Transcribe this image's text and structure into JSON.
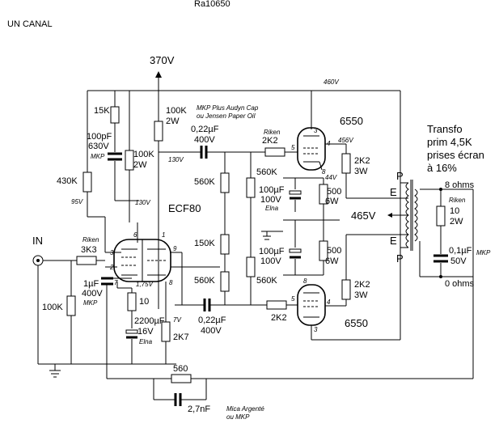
{
  "header": {
    "top_cut_text": "Ra10650",
    "title": "UN CANAL"
  },
  "supply": {
    "b_plus": "370V",
    "v460": "460V",
    "v465": "465V",
    "v456": "456V",
    "v130a": "130V",
    "v130b": "130V",
    "v95": "95V",
    "v44": "44V",
    "v175": "1,75V",
    "v7": "7V"
  },
  "components": {
    "r_15k": "15K",
    "c_100pf": [
      "100pF",
      "630V",
      "MKP"
    ],
    "r_430k": "430K",
    "r_100k_2w_a": [
      "100K",
      "2W"
    ],
    "r_100k_2w_b": [
      "100K",
      "2W"
    ],
    "note_mkp": [
      "MKP Plus Audyn Cap",
      "ou Jensen Paper Oil"
    ],
    "c_022_top": [
      "0,22µF",
      "400V"
    ],
    "riken_top": [
      "Riken",
      "2K2"
    ],
    "r_560k_a": "560K",
    "r_560k_b": "560K",
    "r_560k_c": "560K",
    "r_560k_d": "560K",
    "r_150k": "150K",
    "c_100uf_a": [
      "100µF",
      "100V",
      "Elna"
    ],
    "c_100uf_b": [
      "100µF",
      "100V"
    ],
    "r_500_a": [
      "500",
      "6W"
    ],
    "r_500_b": [
      "500",
      "6W"
    ],
    "r_2k2_3w_a": [
      "2K2",
      "3W"
    ],
    "r_2k2_3w_b": [
      "2K2",
      "3W"
    ],
    "c_022_bot": [
      "0,22µF",
      "400V"
    ],
    "r_2k2_bot": "2K2",
    "in_label": "IN",
    "riken_3k3": [
      "Riken",
      "3K3"
    ],
    "c_1uf": [
      "1µF",
      "400V",
      "MKP"
    ],
    "r_100k_in": "100K",
    "r_10": "10",
    "c_2200": [
      "2200µF",
      "16V",
      "Elna"
    ],
    "r_2k7": "2K7",
    "r_560": "560",
    "c_27nf": [
      "2,7nF",
      "Mica Argenté",
      "ou MKP"
    ]
  },
  "tubes": {
    "ecf80": "ECF80",
    "top": "6550",
    "bottom": "6550"
  },
  "transformer": {
    "desc": [
      "Transfo",
      "prim 4,5K",
      "prises écran",
      "à 16%"
    ],
    "p": "P",
    "e": "E",
    "ohms8": "8 ohms",
    "ohms0": "0 ohms",
    "riken_10": [
      "Riken",
      "10",
      "2W"
    ],
    "c_01": [
      "0,1µF",
      "50V"
    ],
    "mkp": "MKP"
  },
  "pins": {
    "p1": "1",
    "p2": "2",
    "p3": "3",
    "p6": "6",
    "p7": "7",
    "p8": "8",
    "p9": "9",
    "t3": "3",
    "t4": "4",
    "t5": "5",
    "t8": "8",
    "b3": "3",
    "b4": "4",
    "b5": "5",
    "b8": "8"
  }
}
